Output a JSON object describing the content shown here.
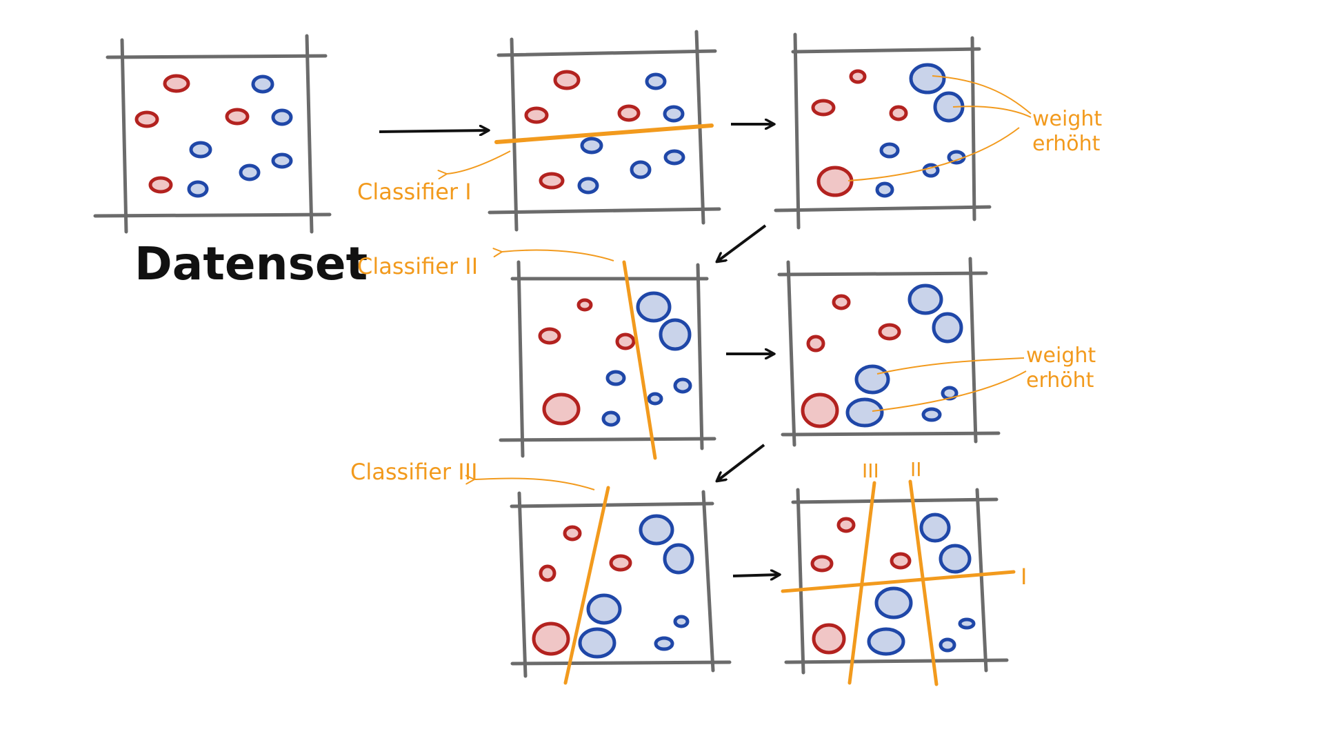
{
  "colors": {
    "frame": "#6b6b6b",
    "red_stroke": "#b3221f",
    "red_fill": "#f0c6c6",
    "blue_stroke": "#1f47a8",
    "blue_fill": "#c9d3ea",
    "orange": "#f29a1d",
    "ink": "#111111"
  },
  "labels": {
    "dataset": "Datenset",
    "classifier_1": "Classifier I",
    "classifier_2": "Classifier II",
    "classifier_3": "Classifier III",
    "weight_a_line1": "weight",
    "weight_a_line2": "erhöht",
    "weight_b_line1": "weight",
    "weight_b_line2": "erhöht",
    "final_I": "I",
    "final_II": "II",
    "final_III": "III"
  },
  "panels": [
    {
      "id": "dataset",
      "classifier_lines": []
    },
    {
      "id": "step1",
      "classifier_lines": [
        "I"
      ]
    },
    {
      "id": "reweight1",
      "classifier_lines": [],
      "enlarged_points": 3
    },
    {
      "id": "step2",
      "classifier_lines": [
        "II"
      ]
    },
    {
      "id": "reweight2",
      "classifier_lines": [],
      "enlarged_points": 5
    },
    {
      "id": "step3",
      "classifier_lines": [
        "III"
      ]
    },
    {
      "id": "ensemble",
      "classifier_lines": [
        "I",
        "II",
        "III"
      ]
    }
  ]
}
